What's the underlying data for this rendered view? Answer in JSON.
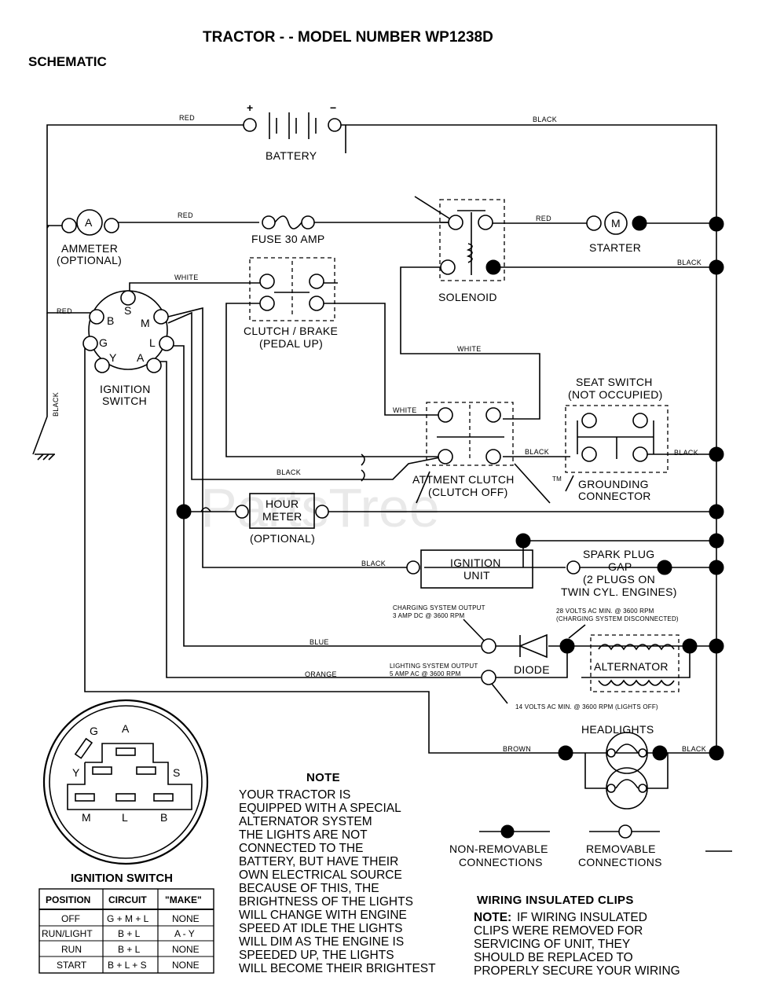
{
  "title": "TRACTOR - - MODEL NUMBER WP1238D",
  "subtitle": "SCHEMATIC",
  "watermark": "PartsTree",
  "watermark_tm": "TM",
  "components": {
    "battery": "BATTERY",
    "battery_plus": "+",
    "battery_minus": "−",
    "ammeter_symbol": "A",
    "ammeter_l1": "AMMETER",
    "ammeter_l2": "(OPTIONAL)",
    "fuse": "FUSE 30 AMP",
    "starter_symbol": "M",
    "starter": "STARTER",
    "solenoid": "SOLENOID",
    "clutch_brake_l1": "CLUTCH / BRAKE",
    "clutch_brake_l2": "(PEDAL UP)",
    "ignition_switch_l1": "IGNITION",
    "ignition_switch_l2": "SWITCH",
    "seat_switch_l1": "SEAT SWITCH",
    "seat_switch_l2": "(NOT OCCUPIED)",
    "attach_clutch_l1": "ATTMENT CLUTCH",
    "attach_clutch_l2": "(CLUTCH OFF)",
    "grounding_l1": "GROUNDING",
    "grounding_l2": "CONNECTOR",
    "hour_meter_l1": "HOUR",
    "hour_meter_l2": "METER",
    "hour_meter_l3": "(OPTIONAL)",
    "ignition_unit_l1": "IGNITION",
    "ignition_unit_l2": "UNIT",
    "spark_l1": "SPARK PLUG",
    "spark_l2": "GAP",
    "spark_l3": "(2 PLUGS ON",
    "spark_l4": "TWIN CYL. ENGINES)",
    "charging_l1": "CHARGING SYSTEM OUTPUT",
    "charging_l2": "3 AMP DC @ 3600 RPM",
    "volts28_l1": "28 VOLTS AC MIN. @ 3600 RPM",
    "volts28_l2": "(CHARGING SYSTEM DISCONNECTED)",
    "diode": "DIODE",
    "alternator": "ALTERNATOR",
    "lighting_l1": "LIGHTING SYSTEM OUTPUT",
    "lighting_l2": "5 AMP AC @ 3600 RPM",
    "volts14": "14 VOLTS AC MIN. @ 3600 RPM (LIGHTS OFF)",
    "headlights": "HEADLIGHTS",
    "ground_label": "BLACK"
  },
  "switch_terminals": {
    "B": "B",
    "S": "S",
    "M": "M",
    "G": "G",
    "L": "L",
    "Y": "Y",
    "A": "A"
  },
  "wires": {
    "red": "RED",
    "black": "BLACK",
    "white": "WHITE",
    "blue": "BLUE",
    "orange": "ORANGE",
    "brown": "BROWN"
  },
  "note": {
    "heading": "NOTE",
    "lines": [
      "YOUR TRACTOR IS",
      "EQUIPPED WITH A SPECIAL",
      "ALTERNATOR SYSTEM",
      "THE LIGHTS ARE NOT",
      "CONNECTED TO THE",
      "BATTERY, BUT HAVE THEIR",
      "OWN ELECTRICAL SOURCE",
      "BECAUSE OF THIS, THE",
      "BRIGHTNESS OF THE LIGHTS",
      "WILL CHANGE WITH ENGINE",
      "SPEED   AT IDLE THE LIGHTS",
      "WILL DIM   AS THE ENGINE IS",
      "SPEEDED UP, THE LIGHTS",
      "WILL BECOME THEIR BRIGHTEST"
    ]
  },
  "legend": {
    "non_removable_l1": "NON-REMOVABLE",
    "non_removable_l2": "CONNECTIONS",
    "removable_l1": "REMOVABLE",
    "removable_l2": "CONNECTIONS"
  },
  "clips": {
    "heading": "WIRING INSULATED CLIPS",
    "note_prefix": "NOTE:",
    "lines": [
      "IF WIRING INSULATED",
      "CLIPS WERE REMOVED FOR",
      "SERVICING OF UNIT, THEY",
      "SHOULD BE REPLACED TO",
      "PROPERLY SECURE YOUR WIRING"
    ]
  },
  "ignition_table": {
    "caption": "IGNITION SWITCH",
    "headers": [
      "POSITION",
      "CIRCUIT",
      "\"MAKE\""
    ],
    "rows": [
      [
        "OFF",
        "G + M + L",
        "NONE"
      ],
      [
        "RUN/LIGHT",
        "B + L",
        "A - Y"
      ],
      [
        "RUN",
        "B + L",
        "NONE"
      ],
      [
        "START",
        "B + L + S",
        "NONE"
      ]
    ]
  }
}
